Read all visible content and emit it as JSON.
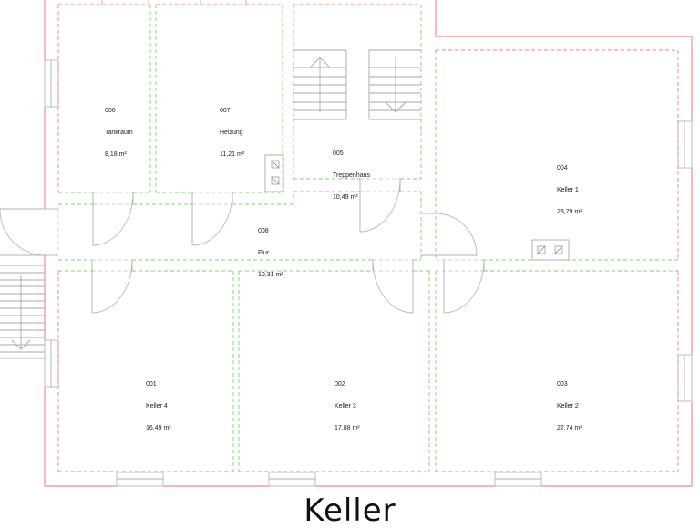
{
  "plan": {
    "title": "Keller",
    "rooms": [
      {
        "number": "006",
        "name": "Tankraum",
        "area": "8,18 m²"
      },
      {
        "number": "007",
        "name": "Heizung",
        "area": "11,21 m²"
      },
      {
        "number": "005",
        "name": "Treppenhaus",
        "area": "10,49 m²"
      },
      {
        "number": "004",
        "name": "Keller 1",
        "area": "23,79 m²"
      },
      {
        "number": "008",
        "name": "Flur",
        "area": "10,31 m²"
      },
      {
        "number": "001",
        "name": "Keller 4",
        "area": "16,49 m²"
      },
      {
        "number": "002",
        "name": "Keller 3",
        "area": "17,88 m²"
      },
      {
        "number": "003",
        "name": "Keller 2",
        "area": "22,74 m²"
      }
    ],
    "colors": {
      "exterior_wall": "#f28b8b",
      "room_boundary_red": "#f08080",
      "room_boundary_green": "#7fd36b",
      "fixtures": "#b0b0b0"
    }
  }
}
